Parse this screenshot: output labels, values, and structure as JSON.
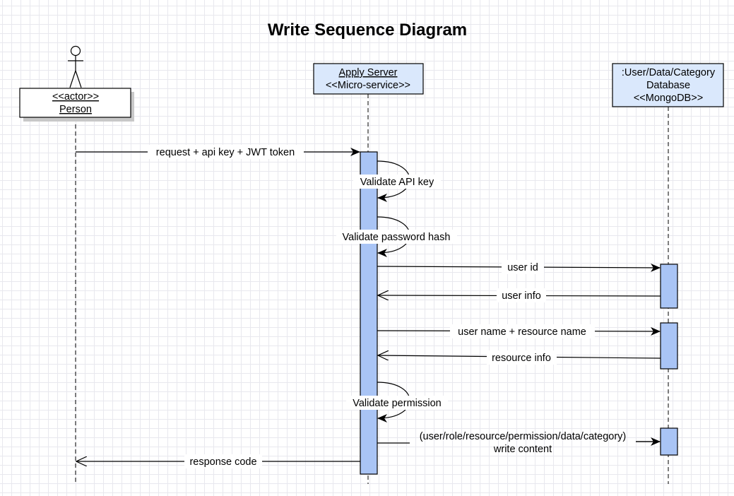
{
  "title": "Write Sequence Diagram",
  "colors": {
    "participant_fill": "#dae8fc",
    "activation_fill": "#a9c4f5",
    "actor_fill": "#ffffff",
    "line": "#000000"
  },
  "participants": {
    "actor": {
      "stereotype": "<<actor>>",
      "name": "Person",
      "icon": "stick-figure-icon"
    },
    "server": {
      "name": "Apply Server",
      "stereotype": "<<Micro-service>>"
    },
    "database": {
      "name_line1": ":User/Data/Category",
      "name_line2": "Database",
      "stereotype": "<<MongoDB>>"
    }
  },
  "messages": {
    "request": "request + api key + JWT token",
    "validate_api_key": "Validate API key",
    "validate_password": "Validate password hash",
    "user_id": "user id",
    "user_info": "user info",
    "user_resource_name": "user name + resource name",
    "resource_info": "resource info",
    "validate_permission": "Validate permission",
    "write_content_line1": "(user/role/resource/permission/data/category)",
    "write_content_line2": "write content",
    "response_code": "response code"
  }
}
